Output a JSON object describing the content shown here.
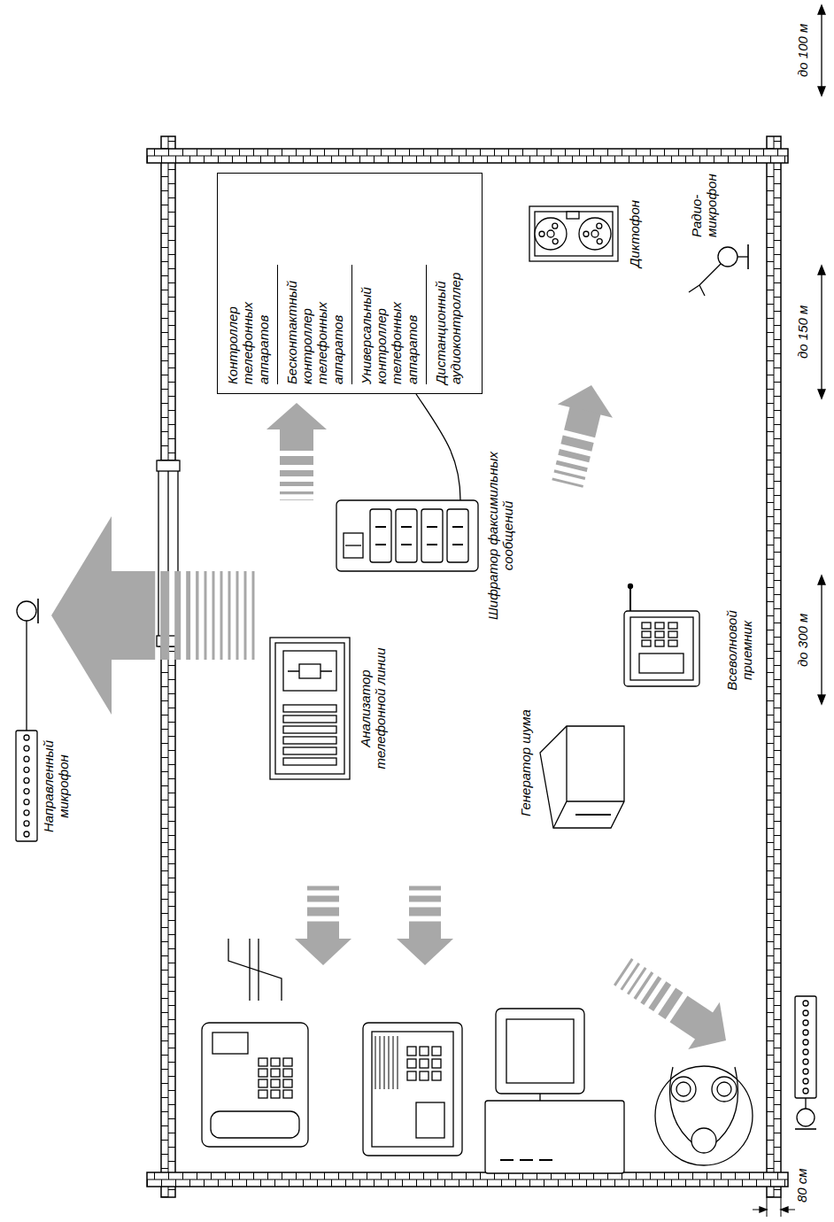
{
  "diagram": {
    "nodes": [
      {
        "text": [
          "Контроллер телефонных аппаратов",
          "Бесконтактный контроллер телефонных аппаратов",
          "Универсальный контроллер телефонных аппаратов",
          "Дистанционный аудиоконтроллер"
        ]
      }
    ],
    "labels": [
      "до 100 м",
      "до 150 м",
      "до 300 м",
      "Направленный микрофон",
      "Анализатор телефонной линии",
      "Шифратор факсимильных сообщений",
      "Генератор шума",
      "Всеволновой приемник",
      "Диктофон",
      "Радио- микрофон",
      "80 см"
    ]
  }
}
